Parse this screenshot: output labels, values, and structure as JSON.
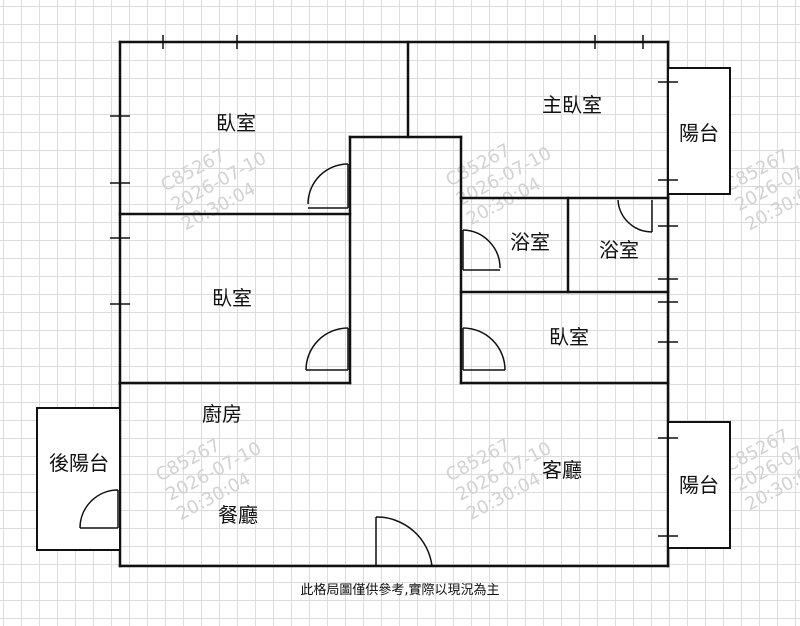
{
  "rooms": {
    "bedroom_top_left": "臥室",
    "master_bedroom": "主臥室",
    "balcony_top_right": "陽台",
    "bathroom_1": "浴室",
    "bathroom_2": "浴室",
    "bedroom_middle_left": "臥室",
    "bedroom_right": "臥室",
    "kitchen": "廚房",
    "rear_balcony": "後陽台",
    "dining_room": "餐廳",
    "living_room": "客廳",
    "balcony_bottom_right": "陽台"
  },
  "watermark": {
    "code": "C85267",
    "date": "2026-07-10",
    "time": "20:30:04"
  },
  "disclaimer": "此格局圖僅供參考,實際以現況為主"
}
